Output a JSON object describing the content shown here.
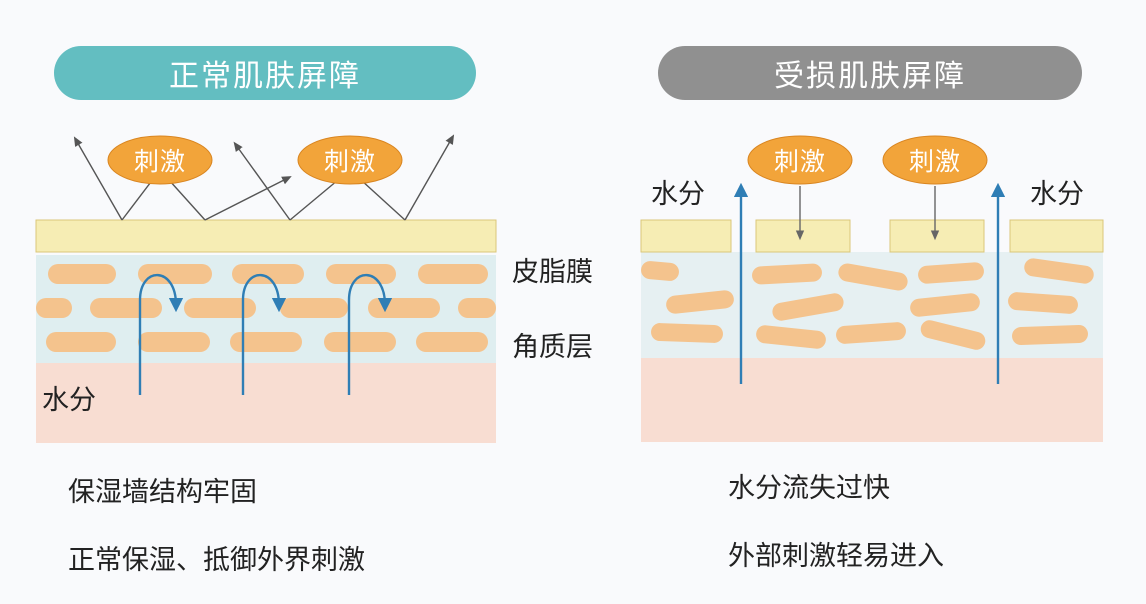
{
  "left": {
    "title": "正常肌肤屏障",
    "stimulus": [
      "刺激",
      "刺激"
    ],
    "water_label": "水分",
    "caption_lines": [
      "保湿墙结构牢固",
      "正常保湿、抵御外界刺激"
    ]
  },
  "middle_labels": {
    "sebum": "皮脂膜",
    "stratum_corneum": "角质层"
  },
  "right": {
    "title": "受损肌肤屏障",
    "stimulus": [
      "刺激",
      "刺激"
    ],
    "water_labels": [
      "水分",
      "水分"
    ],
    "caption_lines": [
      "水分流失过快",
      "外部刺激轻易进入"
    ]
  },
  "colors": {
    "normal_accent": "#63bec1",
    "damaged_accent": "#909090",
    "sebum": "#f6edb4",
    "corneum_bg": "#dfeef0",
    "cell": "#f4c38d",
    "dermis": "#f8ddd2",
    "stimulus": "#f2a43a",
    "water_arrow": "#2f7eb5"
  }
}
